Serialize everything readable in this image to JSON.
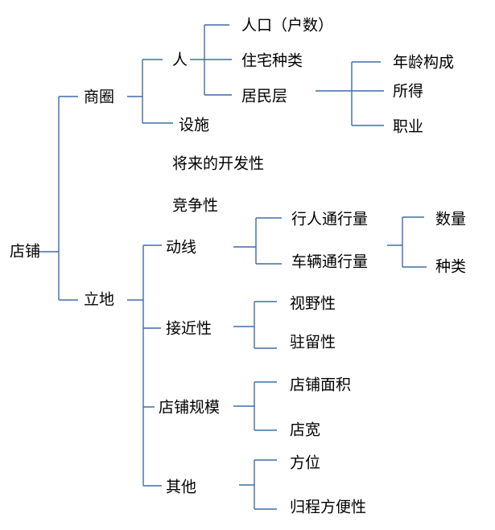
{
  "tree": {
    "root": "店铺",
    "nodes": {
      "shangquan": "商圈",
      "lidi": "立地",
      "ren": "人",
      "sheshi": "设施",
      "jianglai": "将来的开发性",
      "jingzheng": "竞争性",
      "renkou": "人口（户数）",
      "zhuzhai": "住宅种类",
      "jumin": "居民层",
      "nianling": "年龄构成",
      "suode": "所得",
      "zhiye": "职业",
      "dongxian": "动线",
      "xingren": "行人通行量",
      "cheliang": "车辆通行量",
      "shuliang": "数量",
      "zhonglei": "种类",
      "jiejin": "接近性",
      "shiye": "视野性",
      "zhuliu": "驻留性",
      "guimo": "店铺规模",
      "mianji": "店铺面积",
      "diankuan": "店宽",
      "qita": "其他",
      "fangwei": "方位",
      "guicheng": "归程方便性"
    }
  },
  "colors": {
    "line": "#3f6ba8",
    "text": "#000000"
  }
}
